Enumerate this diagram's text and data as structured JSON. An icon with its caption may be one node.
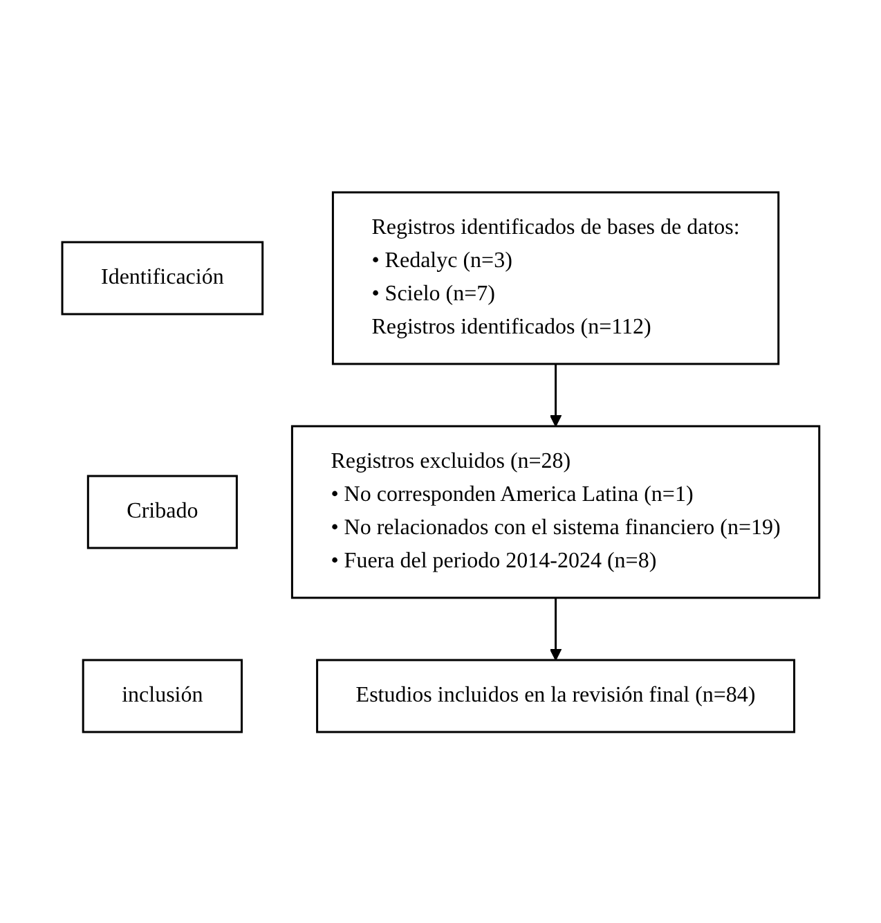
{
  "diagram": {
    "nodes": [
      {
        "text": [
          "Identificación"
        ]
      },
      {
        "text": [
          "Registros identificados de bases de datos:",
          "• Redalyc (n=3)",
          "• Scielo (n=7)",
          "Registros identificados (n=112)"
        ]
      },
      {
        "text": [
          "Cribado"
        ]
      },
      {
        "text": [
          "Registros excluidos (n=28)",
          "• No corresponden America Latina (n=1)",
          "• No relacionados con el sistema financiero (n=19)",
          "• Fuera del periodo 2014-2024 (n=8)"
        ]
      },
      {
        "text": [
          "inclusión"
        ]
      },
      {
        "text": [
          "Estudios incluidos en la revisión final (n=84)"
        ]
      }
    ],
    "edges": [
      {
        "from": 1,
        "to": 3,
        "arrow": "to"
      },
      {
        "from": 3,
        "to": 5,
        "arrow": "to"
      }
    ]
  }
}
